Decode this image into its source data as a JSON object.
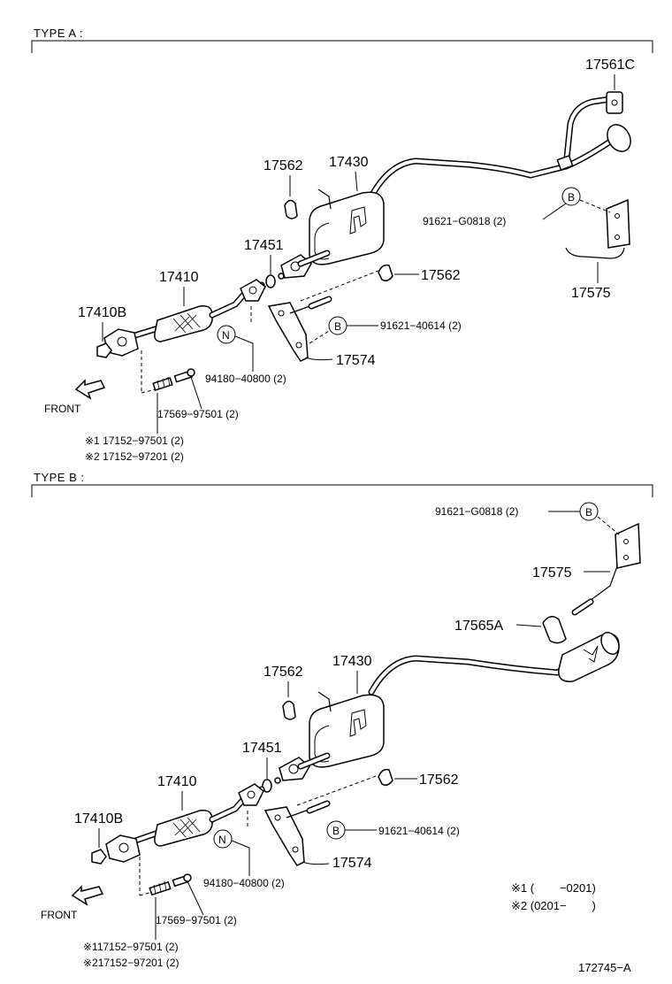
{
  "type_a": {
    "header": "TYPE A :",
    "labels": {
      "p17561c": "17561C",
      "p17562_top": "17562",
      "p17430": "17430",
      "p91621g": "91621−G0818 (2)",
      "p17451": "17451",
      "p17562_right": "17562",
      "p17575": "17575",
      "p17410": "17410",
      "p17410b": "17410B",
      "p91621_40614": "91621−40614 (2)",
      "p17574": "17574",
      "p94180": "94180−40800 (2)",
      "p17569": "17569−97501 (2)",
      "note1": "※1 17152−97501 (2)",
      "note2": "※2 17152−97201 (2)",
      "front": "FRONT",
      "circle_b1": "B",
      "circle_b2": "B",
      "circle_n": "N"
    }
  },
  "type_b": {
    "header": "TYPE B :",
    "labels": {
      "p91621g": "91621−G0818 (2)",
      "p17575": "17575",
      "p17565a": "17565A",
      "p17562_top": "17562",
      "p17430": "17430",
      "p17451": "17451",
      "p17562_right": "17562",
      "p17410": "17410",
      "p17410b": "17410B",
      "p91621_40614": "91621−40614 (2)",
      "p17574": "17574",
      "p94180": "94180−40800 (2)",
      "p17569": "17569−97501 (2)",
      "note1": "※117152−97501 (2)",
      "note2": "※217152−97201 (2)",
      "front": "FRONT",
      "circle_b1": "B",
      "circle_b2": "B",
      "circle_n": "N"
    }
  },
  "legend": {
    "row1": "※1 (        −0201)",
    "row2": "※2 (0201−        )"
  },
  "figure_id": "172745−A"
}
